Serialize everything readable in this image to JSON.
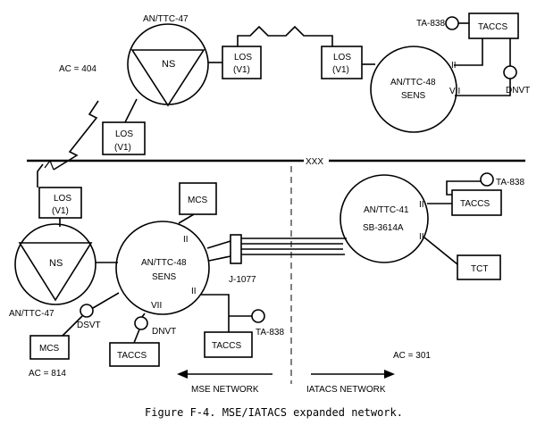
{
  "top_left": {
    "ac": "AC = 404",
    "node_title": "AN/TTC-47",
    "node_label": "NS",
    "los_upper": {
      "line1": "LOS",
      "line2": "(V1)"
    },
    "los_lower": {
      "line1": "LOS",
      "line2": "(V1)"
    }
  },
  "top_right": {
    "los": {
      "line1": "LOS",
      "line2": "(V1)"
    },
    "sens_line1": "AN/TTC-48",
    "sens_line2": "SENS",
    "port_ii": "II",
    "port_vii": "VII",
    "ta": "TA-838",
    "taccs": "TACCS",
    "dnvt": "DNVT"
  },
  "divider_label": "XXX",
  "bottom_left": {
    "los": {
      "line1": "LOS",
      "line2": "(V1)"
    },
    "ns_label": "NS",
    "ns_title": "AN/TTC-47",
    "mcs_top": "MCS",
    "sens_line1": "AN/TTC-48",
    "sens_line2": "SENS",
    "port_ii_a": "II",
    "port_ii_b": "II",
    "port_vii": "VII",
    "j1077": "J-1077",
    "dsvt": "DSVT",
    "dnvt": "DNVT",
    "mcs_bottom": "MCS",
    "taccs": "TACCS",
    "taccs2": "TACCS",
    "ta": "TA-838",
    "ac": "AC = 814"
  },
  "bottom_right": {
    "node_line1": "AN/TTC-41",
    "node_line2": "SB-3614A",
    "port_ii_a": "II",
    "port_ii_b": "II",
    "ta": "TA-838",
    "taccs": "TACCS",
    "tct": "TCT",
    "ac": "AC = 301"
  },
  "networks": {
    "mse": "MSE NETWORK",
    "iatacs": "IATACS NETWORK"
  },
  "caption": "Figure F-4. MSE/IATACS expanded network."
}
